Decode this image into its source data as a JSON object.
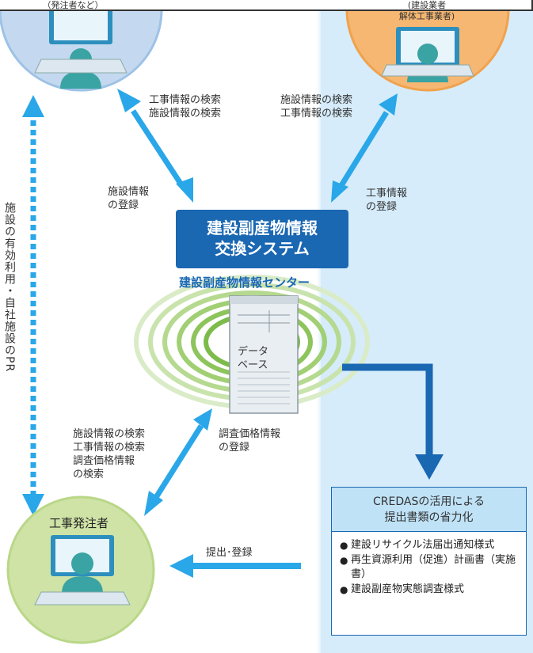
{
  "top_left_actor_partial": "（発注者など）",
  "top_right_actor": "(建設業者\n解体工事業者)",
  "labels": {
    "search_left": "工事情報の検索\n施設情報の検索",
    "search_right": "施設情報の検索\n工事情報の検索",
    "register_facility": "施設情報\nの登録",
    "register_work": "工事情報\nの登録",
    "search_bottom_left": "施設情報の検索\n工事情報の検索\n調査価格情報\nの検索",
    "register_price": "調査価格情報\nの登録",
    "submit_register": "提出･登録"
  },
  "vertical_label": "施設の有効利用・自社施設のPR",
  "system": {
    "title_line1": "建設副産物情報",
    "title_line2": "交換システム",
    "center_name": "建設副産物情報センター",
    "database": "データ\nベース"
  },
  "orderer": "工事発注者",
  "credas": {
    "heading": "CREDASの活用による\n提出書類の省力化",
    "items": [
      "建設リサイクル法届出通知様式",
      "再生資源利用（促進）計画書（実施書）",
      "建設副産物実態調査様式"
    ]
  },
  "colors": {
    "arrow_light_blue": "#2aa7e8",
    "system_blue": "#1a67b2",
    "right_panel_bg": "#d6ecfb",
    "circle_blue": "#c4d9ef",
    "circle_orange": "#f6b772",
    "circle_green": "#cfe3a6",
    "computer_teal": "#3aa3a3"
  }
}
